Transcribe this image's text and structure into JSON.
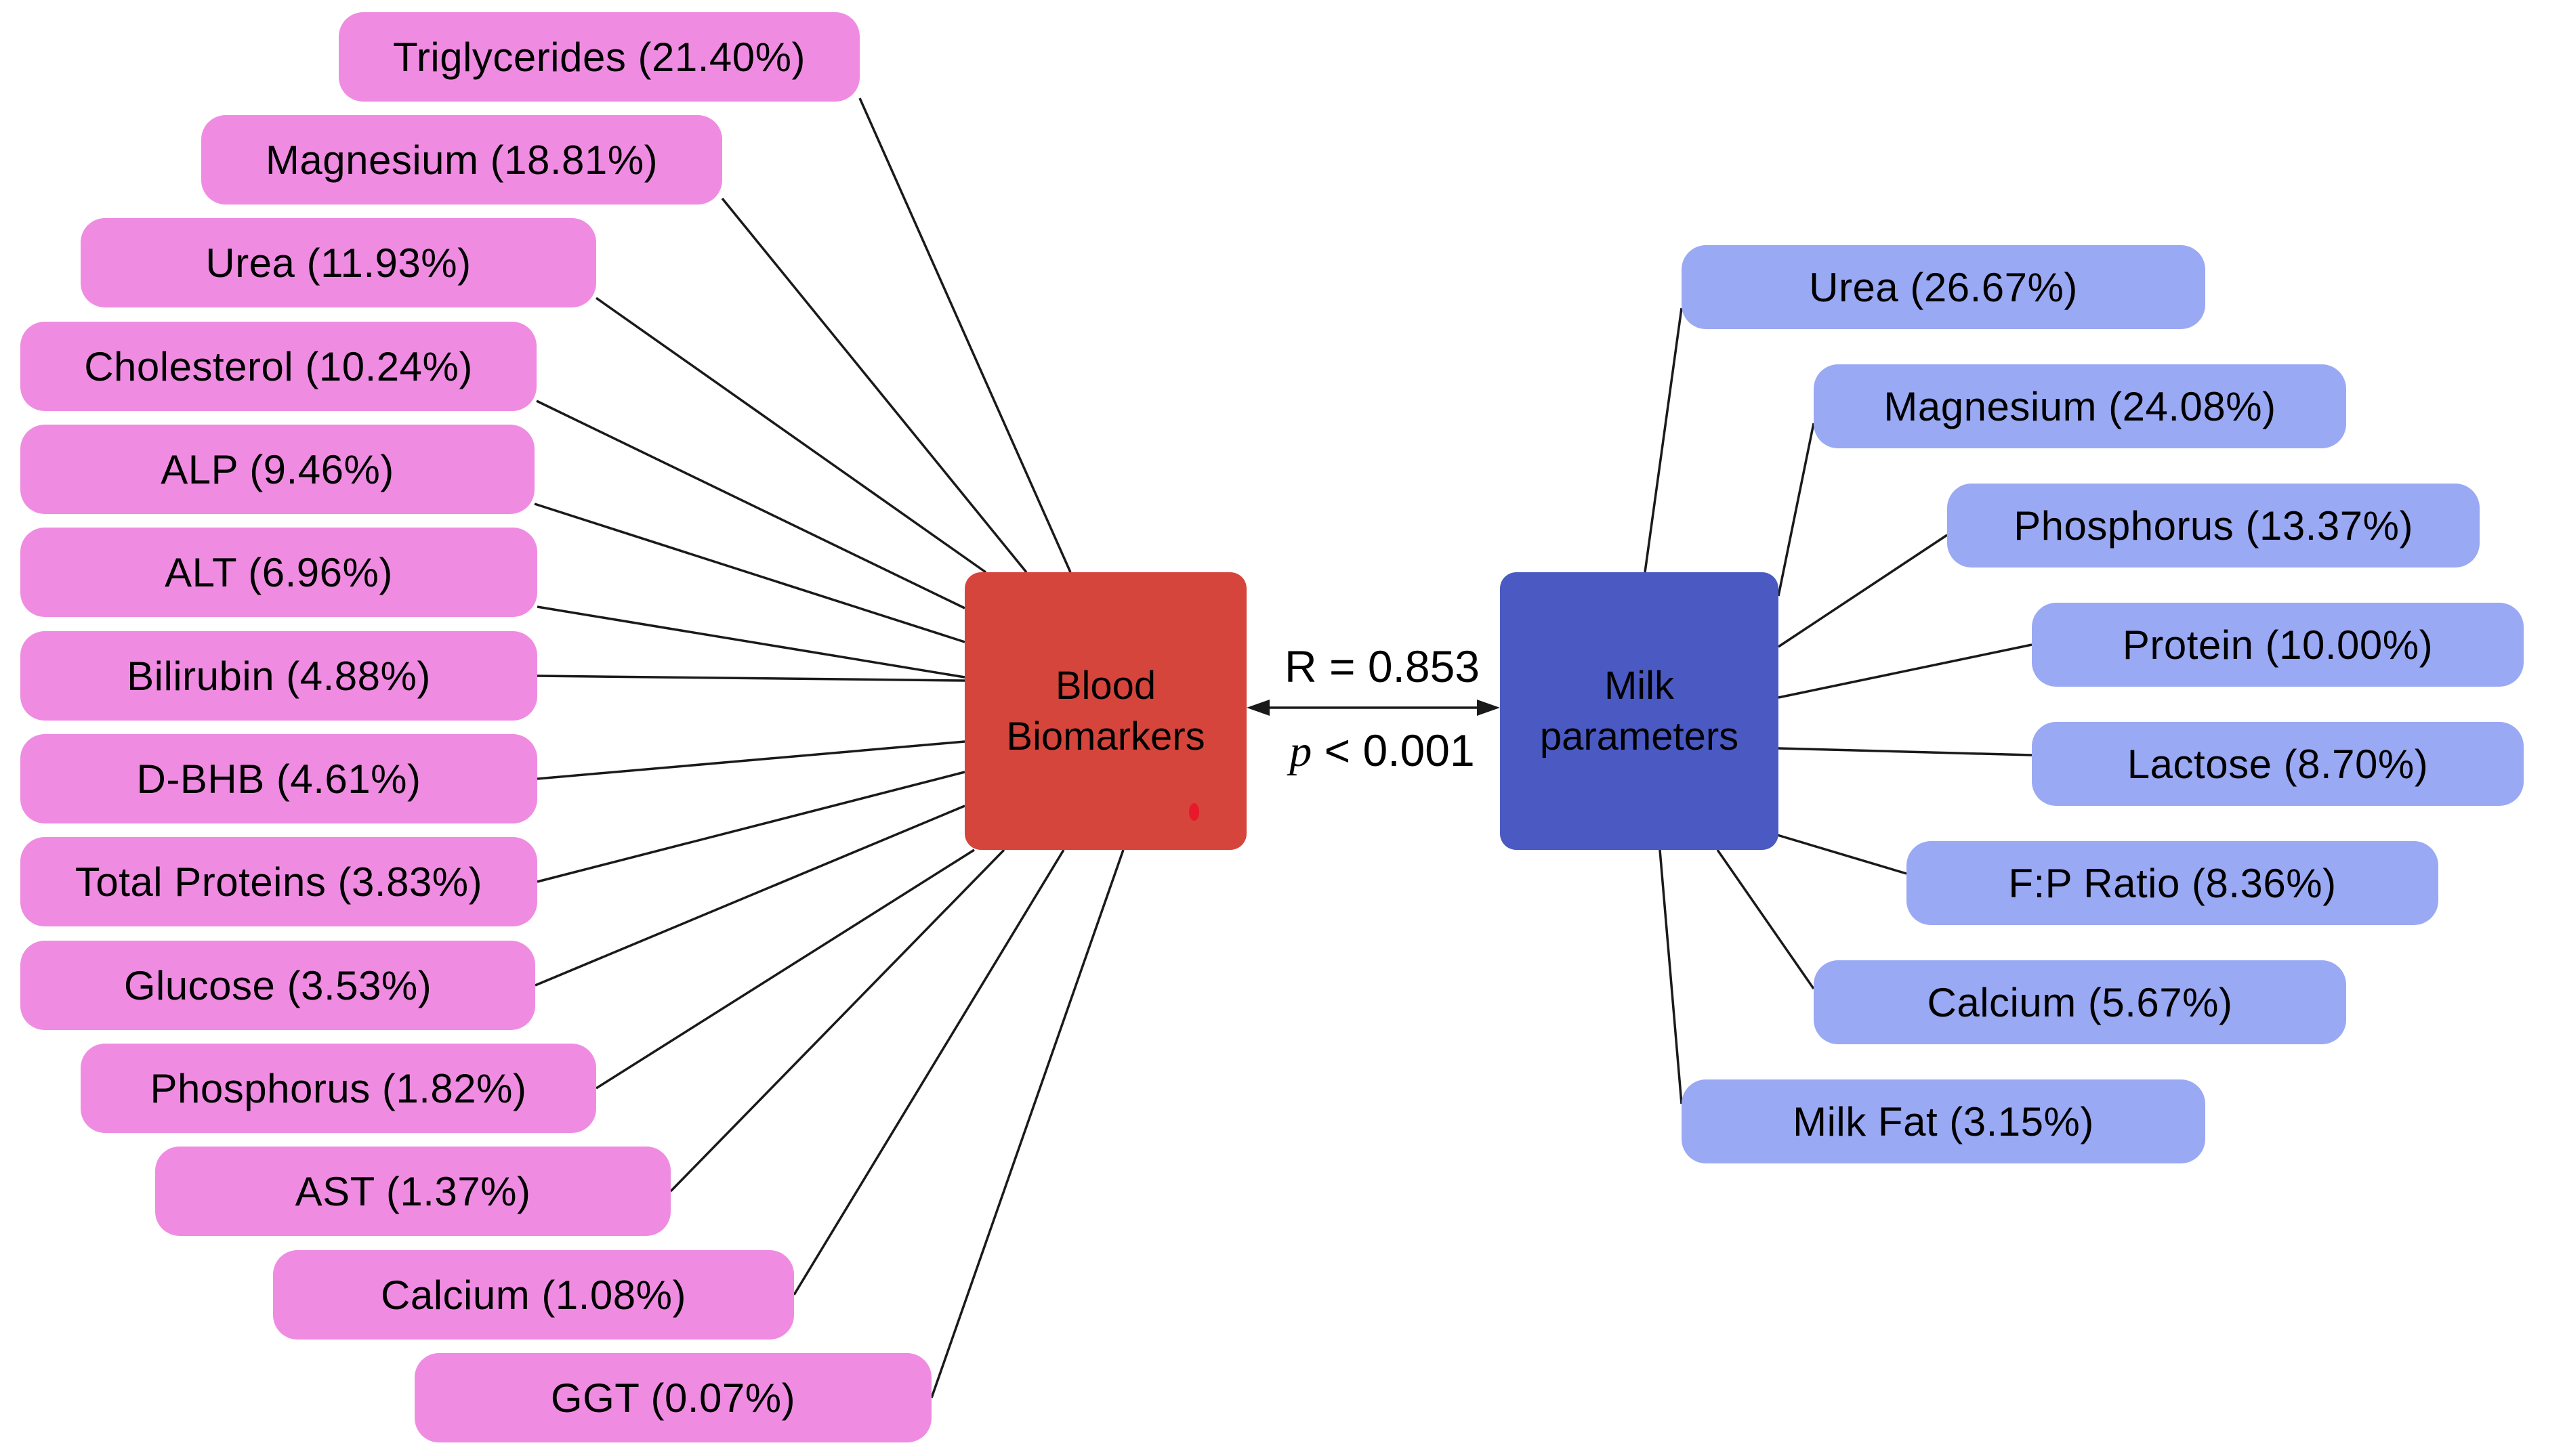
{
  "figure": {
    "background": "#FFFFFF",
    "line_color": "#1A1A1A",
    "text_color": "#000000",
    "dot_color": "#E8192C",
    "left_group": {
      "hub_label": "Blood Biomarkers",
      "hub_color": "#D5453C",
      "pill_color": "#EF8CE2",
      "nodes": [
        {
          "label": "Triglycerides (21.40%)",
          "name": "Triglycerides",
          "pct": 21.4
        },
        {
          "label": "Magnesium (18.81%)",
          "name": "Magnesium",
          "pct": 18.81
        },
        {
          "label": "Urea (11.93%)",
          "name": "Urea",
          "pct": 11.93
        },
        {
          "label": "Cholesterol (10.24%)",
          "name": "Cholesterol",
          "pct": 10.24
        },
        {
          "label": "ALP (9.46%)",
          "name": "ALP",
          "pct": 9.46
        },
        {
          "label": "ALT (6.96%)",
          "name": "ALT",
          "pct": 6.96
        },
        {
          "label": "Bilirubin (4.88%)",
          "name": "Bilirubin",
          "pct": 4.88
        },
        {
          "label": "D-BHB (4.61%)",
          "name": "D-BHB",
          "pct": 4.61
        },
        {
          "label": "Total Proteins (3.83%)",
          "name": "Total Proteins",
          "pct": 3.83
        },
        {
          "label": "Glucose (3.53%)",
          "name": "Glucose",
          "pct": 3.53
        },
        {
          "label": "Phosphorus (1.82%)",
          "name": "Phosphorus",
          "pct": 1.82
        },
        {
          "label": "AST (1.37%)",
          "name": "AST",
          "pct": 1.37
        },
        {
          "label": "Calcium (1.08%)",
          "name": "Calcium",
          "pct": 1.08
        },
        {
          "label": "GGT (0.07%)",
          "name": "GGT",
          "pct": 0.07
        }
      ]
    },
    "right_group": {
      "hub_label": "Milk parameters",
      "hub_color": "#4A5AC2",
      "pill_color": "#9AA9F3",
      "nodes": [
        {
          "label": "Urea (26.67%)",
          "name": "Urea",
          "pct": 26.67
        },
        {
          "label": "Magnesium (24.08%)",
          "name": "Magnesium",
          "pct": 24.08
        },
        {
          "label": "Phosphorus (13.37%)",
          "name": "Phosphorus",
          "pct": 13.37
        },
        {
          "label": "Protein (10.00%)",
          "name": "Protein",
          "pct": 10.0
        },
        {
          "label": "Lactose (8.70%)",
          "name": "Lactose",
          "pct": 8.7
        },
        {
          "label": "F:P Ratio (8.36%)",
          "name": "F:P Ratio",
          "pct": 8.36
        },
        {
          "label": "Calcium (5.67%)",
          "name": "Calcium",
          "pct": 5.67
        },
        {
          "label": "Milk Fat (3.15%)",
          "name": "Milk Fat",
          "pct": 3.15
        }
      ]
    },
    "edge": {
      "r_label": "R = 0.853",
      "p_italic": "p",
      "p_rest": " < 0.001"
    }
  }
}
